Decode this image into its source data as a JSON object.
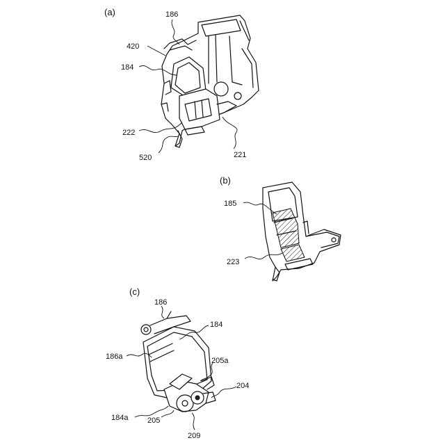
{
  "panels": [
    {
      "id": "a",
      "label": "(a)",
      "callouts": [
        "186",
        "420",
        "184",
        "222",
        "520",
        "221"
      ]
    },
    {
      "id": "b",
      "label": "(b)",
      "callouts": [
        "185",
        "223"
      ]
    },
    {
      "id": "c",
      "label": "(c)",
      "callouts": [
        "186",
        "184",
        "186a",
        "205a",
        "204",
        "184a",
        "205",
        "209"
      ]
    }
  ]
}
